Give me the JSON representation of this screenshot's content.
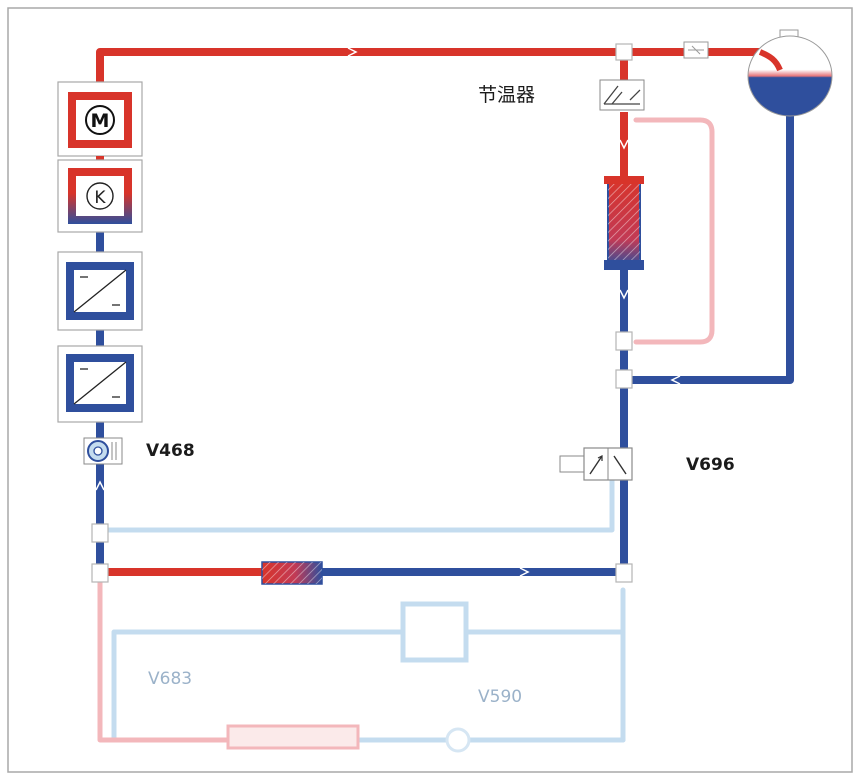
{
  "labels": {
    "thermostat": "节温器",
    "v468": "V468",
    "v696": "V696",
    "v683": "V683",
    "v590": "V590"
  },
  "components": {
    "motor_symbol": "M",
    "clutch_symbol": "K"
  },
  "colors": {
    "hot": "#d8342a",
    "cold": "#2f4f9d",
    "hot_faint": "#f3b7bb",
    "cold_faint": "#c4dcef",
    "frame": "#a8a8a8"
  }
}
